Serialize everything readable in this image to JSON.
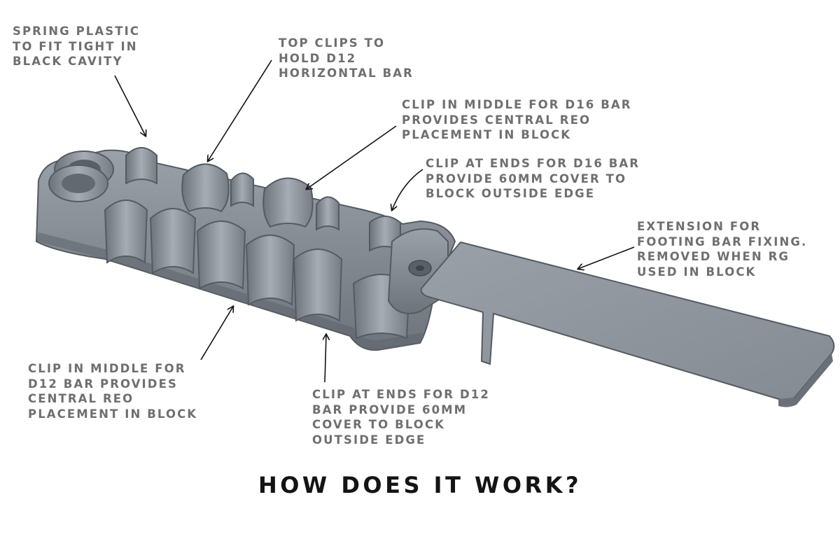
{
  "title": "HOW DOES IT WORK?",
  "callouts": {
    "spring_plastic": "SPRING PLASTIC\nTO FIT TIGHT IN\nBLACK CAVITY",
    "top_clips": "TOP CLIPS TO\nHOLD D12\nHORIZONTAL BAR",
    "middle_d16": "CLIP IN MIDDLE FOR D16 BAR\nPROVIDES CENTRAL REO\nPLACEMENT IN BLOCK",
    "ends_d16": "CLIP AT ENDS FOR D16 BAR\nPROVIDE 60MM COVER TO\nBLOCK OUTSIDE EDGE",
    "extension": "EXTENSION FOR\nFOOTING BAR FIXING.\nREMOVED WHEN RG\nUSED IN BLOCK",
    "middle_d12": "CLIP IN MIDDLE FOR\nD12 BAR PROVIDES\nCENTRAL REO\nPLACEMENT IN BLOCK",
    "ends_d12": "CLIP AT ENDS FOR D12\nBAR PROVIDE 60MM\nCOVER TO BLOCK\nOUTSIDE EDGE"
  },
  "colors": {
    "label_text": "#6f6f6f",
    "title_text": "#141414",
    "plastic": "#8a9097"
  }
}
